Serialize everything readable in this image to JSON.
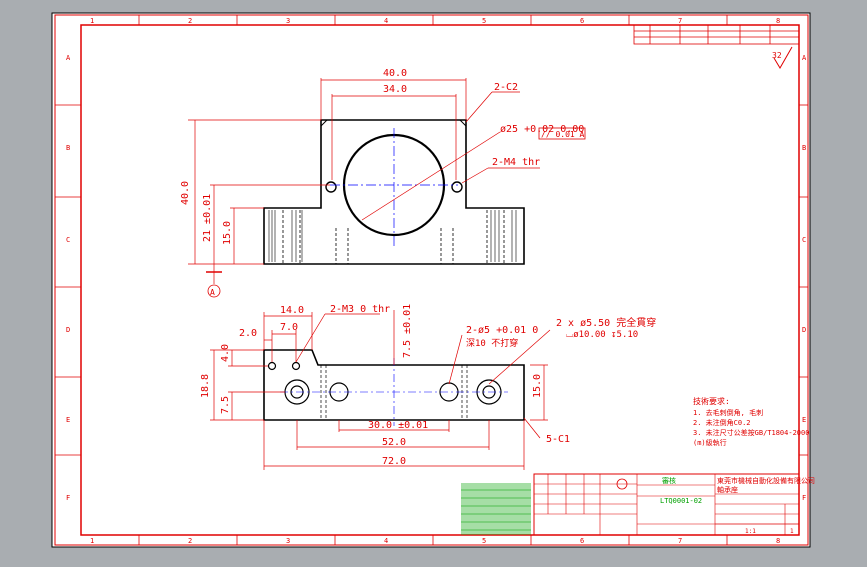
{
  "frame": {
    "col_labels": [
      "1",
      "2",
      "3",
      "4",
      "5",
      "6",
      "7",
      "8"
    ],
    "row_labels": [
      "A",
      "B",
      "C",
      "D",
      "E",
      "F"
    ]
  },
  "front_view": {
    "dim_width_outer": "40.0",
    "dim_width_inner": "34.0",
    "dim_height_total": "40.0",
    "dim_center_height": "21 ±0.01",
    "dim_base_height": "15.0",
    "chamfer_label": "2-C2",
    "bore_label": "ø25 +0.02 0.00",
    "bore_tol_upper": "+0.02",
    "bore_tol_lower": "0.00",
    "tap_label": "2-M4 thr",
    "parallel_tol": "// 0.01 A",
    "datum": "A"
  },
  "top_view": {
    "dim_14": "14.0",
    "dim_7": "7.0",
    "dim_2": "2.0",
    "dim_4": "4.0",
    "dim_18_8": "18.8",
    "dim_7_5": "7.5",
    "dim_7_5_v": "7.5 ±0.01",
    "dim_15": "15.0",
    "dim_30": "30.0 ±0.01",
    "dim_52": "52.0",
    "dim_72": "72.0",
    "m3_label": "2-M3 0 thr",
    "pin_label": "2-ø5 +0.01 0",
    "pin_depth": "深10 不打穿",
    "cbore_label": "2 x ø5.50 完全貫穿",
    "cbore_sub": "⌴ø10.00 ↧5.10",
    "chamfer_label": "5-C1"
  },
  "notes": {
    "title": "技術要求:",
    "lines": [
      "1. 去毛刺倒角, 毛刺",
      "2. 未注倒角C0.2",
      "3. 未注尺寸公差按GB/T1804-2000",
      "   (m)級執行"
    ]
  },
  "surface_finish": "32",
  "title_block": {
    "company": "東莞市機械自動化設備有限公司",
    "part_name": "軸承座",
    "drawing_no": "LTQ0001-02",
    "approval": "審核",
    "scale": "1:1",
    "sheet": "1"
  },
  "colors": {
    "frame": "#e00000",
    "geometry": "#000000",
    "dimension": "#e00000",
    "center": "#0000ff",
    "annotation": "#00a000",
    "hatch": "#d0d0d0"
  }
}
